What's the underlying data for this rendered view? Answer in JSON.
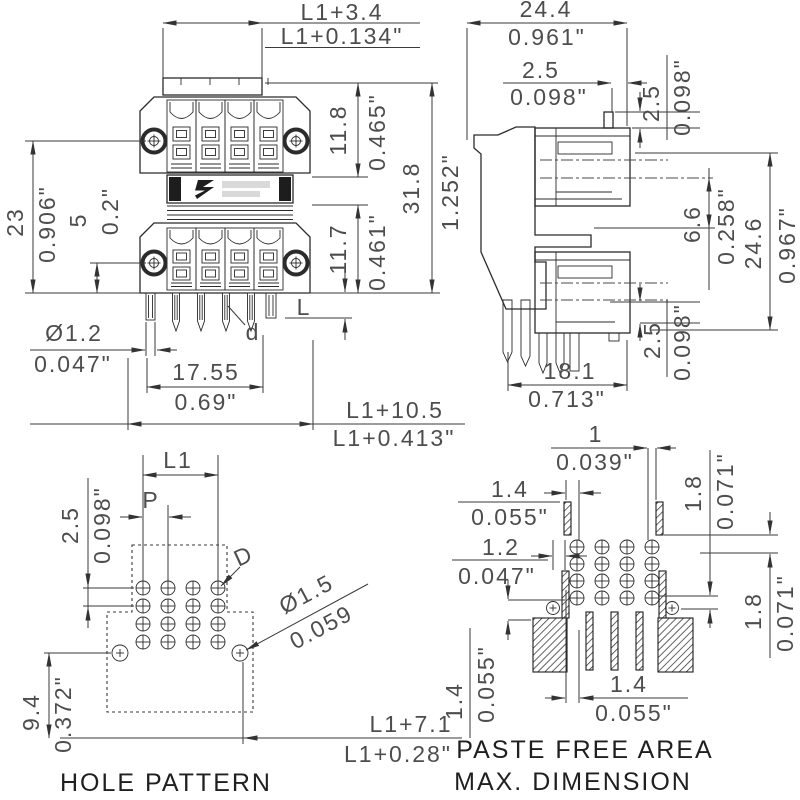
{
  "drawing": {
    "captions": {
      "hole_pattern": "HOLE PATTERN",
      "paste_free_line1": "PASTE FREE AREA",
      "paste_free_line2": "MAX. DIMENSION"
    },
    "front_view": {
      "width_formula": {
        "mm": "L1+3.4",
        "inch": "L1+0.134\""
      },
      "upper_height": {
        "mm": "11.8",
        "inch": "0.465\""
      },
      "lower_height": {
        "mm": "11.7",
        "inch": "0.461\""
      },
      "total_height": {
        "mm": "31.8",
        "inch": "1.252\""
      },
      "left_height": {
        "mm": "23",
        "inch": "0.906\""
      },
      "flange_offset": {
        "mm": "5",
        "inch": "0.2\""
      },
      "pin_diameter": {
        "mm": "Ø1.2",
        "inch": "0.047\""
      },
      "pin_row_span": {
        "mm": "17.55",
        "inch": "0.69\""
      },
      "total_width_formula": {
        "mm": "L1+10.5",
        "inch": "L1+0.413\""
      },
      "pin_length_label": "L",
      "pin_label": "d"
    },
    "side_view": {
      "width": {
        "mm": "24.4",
        "inch": "0.961\""
      },
      "top_offset": {
        "mm": "2.5",
        "inch": "0.098\""
      },
      "upper_right": {
        "mm": "2.5",
        "inch": "0.098\""
      },
      "center_gap": {
        "mm": "6.6",
        "inch": "0.258\""
      },
      "total_height": {
        "mm": "24.6",
        "inch": "0.967\""
      },
      "lower_right": {
        "mm": "2.5",
        "inch": "0.098\""
      },
      "bottom_width": {
        "mm": "18.1",
        "inch": "0.713\""
      }
    },
    "hole_pattern": {
      "row_length_label": "L1",
      "pitch_label": "P",
      "row_spacing": {
        "mm": "2.5",
        "inch": "0.098\""
      },
      "hole_label": "D",
      "flange_hole_dia": {
        "mm": "Ø1.5",
        "inch": "0.059"
      },
      "flange_hole_offset": {
        "mm": "9.4",
        "inch": "0.372\""
      },
      "total_width_formula": {
        "mm": "L1+7.1",
        "inch": "L1+0.28\""
      }
    },
    "paste_free_area": {
      "gap_1": {
        "mm": "1",
        "inch": "0.039\""
      },
      "gap_14_top": {
        "mm": "1.4",
        "inch": "0.055\""
      },
      "gap_12": {
        "mm": "1.2",
        "inch": "0.047\""
      },
      "gap_18_top": {
        "mm": "1.8",
        "inch": "0.071\""
      },
      "gap_18_right": {
        "mm": "1.8",
        "inch": "0.071\""
      },
      "gap_14_left": {
        "mm": "1.4",
        "inch": "0.055\""
      },
      "gap_14_bottom": {
        "mm": "1.4",
        "inch": "0.055\""
      }
    }
  }
}
